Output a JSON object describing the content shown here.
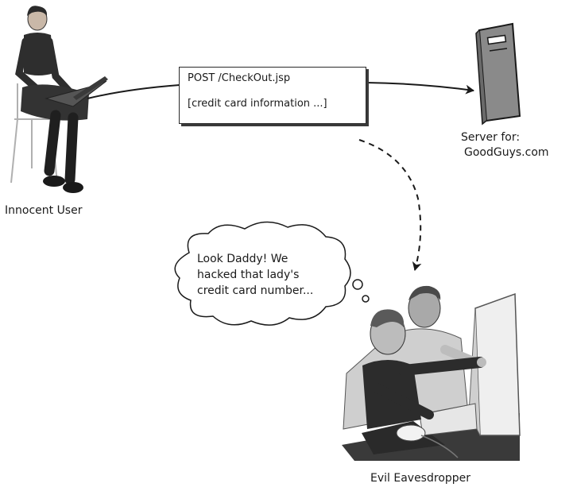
{
  "request": {
    "line1": "POST  /CheckOut.jsp",
    "line2": "[credit card information ...]"
  },
  "server": {
    "label_line1": "Server for:",
    "label_line2": "GoodGuys.com"
  },
  "user": {
    "label": "Innocent User"
  },
  "eavesdropper": {
    "label": "Evil Eavesdropper",
    "thought_lines": [
      "Look Daddy! We",
      "hacked that lady's",
      "credit card number..."
    ]
  }
}
